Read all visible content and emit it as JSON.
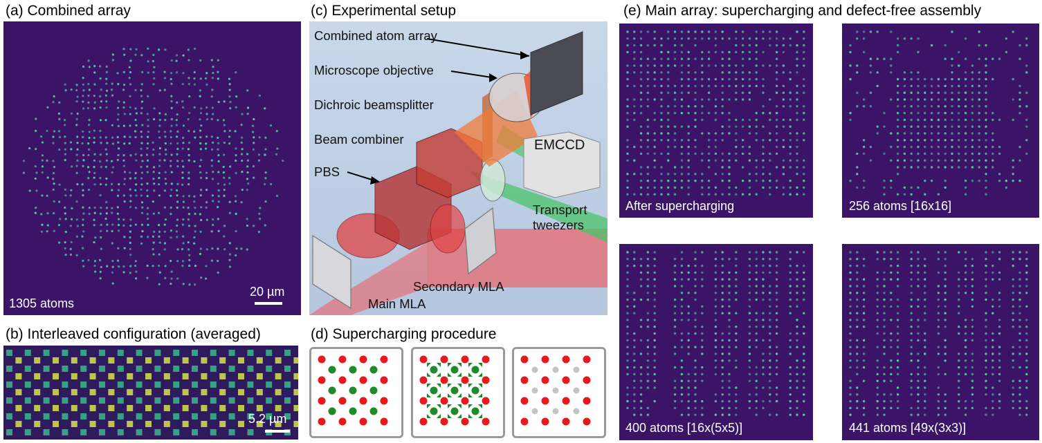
{
  "panels": {
    "a": {
      "title": "(a) Combined array",
      "count_label": "1305 atoms",
      "scale_label": "20 µm"
    },
    "b": {
      "title": "(b) Interleaved configuration (averaged)",
      "scale_label": "5.2 µm"
    },
    "c": {
      "title": "(c) Experimental setup",
      "labels": {
        "combined": "Combined atom array",
        "objective": "Microscope objective",
        "dichroic": "Dichroic beamsplitter",
        "combiner": "Beam combiner",
        "pbs": "PBS",
        "emccd": "EMCCD",
        "transport1": "Transport",
        "transport2": "tweezers",
        "secondary": "Secondary MLA",
        "main": "Main MLA"
      }
    },
    "d": {
      "title": "(d) Supercharging procedure"
    },
    "e": {
      "title": "(e) Main array: supercharging and defect-free assembly",
      "images": [
        {
          "label": "After supercharging"
        },
        {
          "label": "256 atoms [16x16]"
        },
        {
          "label": "400 atoms [16x(5x5)]"
        },
        {
          "label": "441 atoms [49x(3x3)]"
        }
      ]
    }
  },
  "colors": {
    "background_image": "#3b1468",
    "atom": "#5fd0a8",
    "red_site": "#e8191c",
    "green_site": "#1f8a2a",
    "gray_site": "#c4c4c4"
  }
}
